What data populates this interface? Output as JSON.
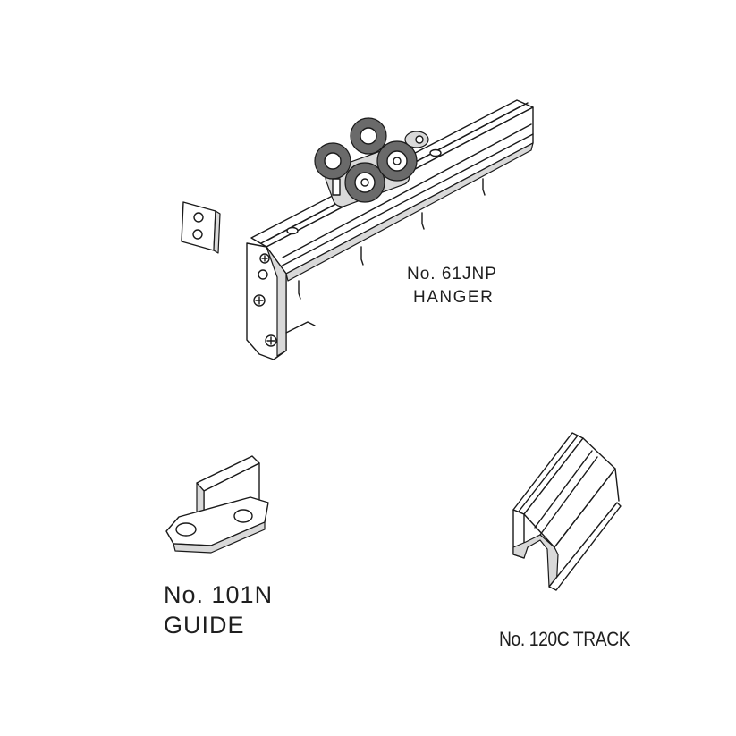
{
  "parts": [
    {
      "id": "hanger",
      "lines": [
        "No. 61JNP",
        "HANGER"
      ]
    },
    {
      "id": "guide",
      "lines": [
        "No. 101N",
        "GUIDE"
      ]
    },
    {
      "id": "track",
      "lines": [
        "No. 120C TRACK"
      ]
    }
  ]
}
